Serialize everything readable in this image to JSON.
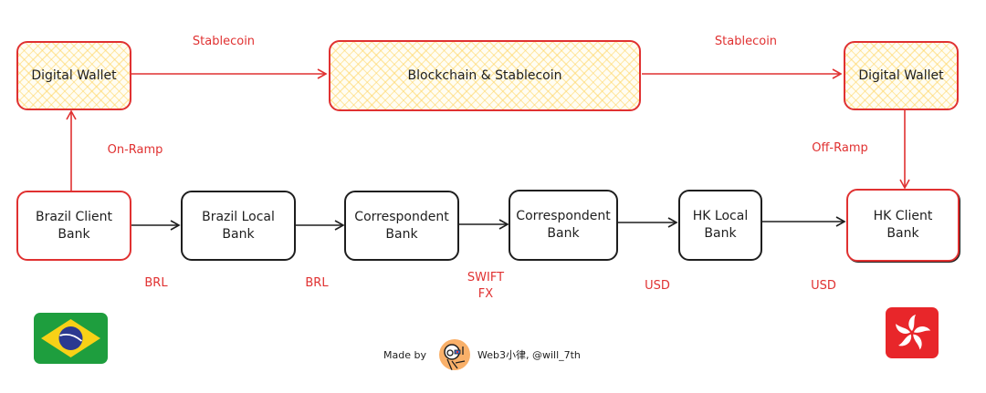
{
  "diagram": {
    "top_nodes": {
      "left_wallet": "Digital Wallet",
      "blockchain": "Blockchain & Stablecoin",
      "right_wallet": "Digital Wallet"
    },
    "bank_nodes": [
      "Brazil Client\nBank",
      "Brazil Local\nBank",
      "Correspondent\nBank",
      "Correspondent\nBank",
      "HK Local\nBank",
      "HK Client\nBank"
    ],
    "edge_labels": {
      "stablecoin_left": "Stablecoin",
      "stablecoin_right": "Stablecoin",
      "on_ramp": "On-Ramp",
      "off_ramp": "Off-Ramp"
    },
    "currency_labels": [
      "BRL",
      "BRL",
      "SWIFT\nFX",
      "USD",
      "USD"
    ],
    "flags": {
      "left": "brazil-flag",
      "right": "hong-kong-flag"
    },
    "credit": {
      "prefix": "Made by",
      "author": "Web3小律, @will_7th"
    },
    "colors": {
      "accent_red": "#e03131",
      "stroke_dark": "#1e1e1e",
      "hatch_yellow": "#ffd666"
    }
  }
}
